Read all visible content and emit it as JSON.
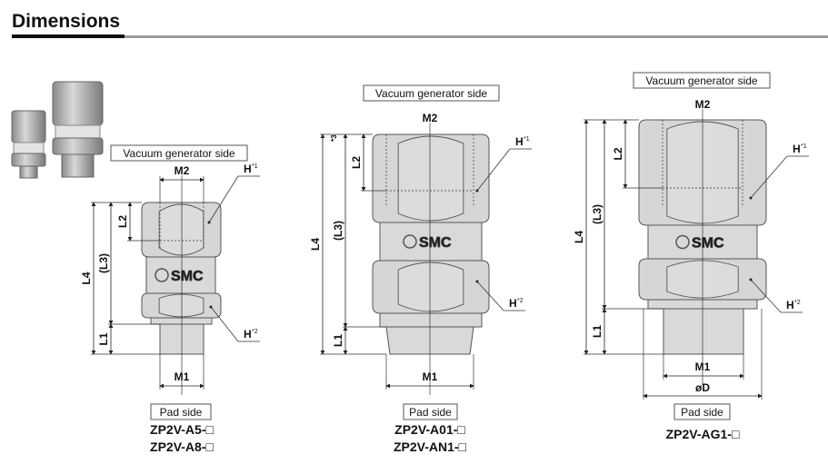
{
  "header": {
    "title": "Dimensions"
  },
  "logo": "SMC",
  "fittings": [
    {
      "top_label": "Vacuum generator side",
      "bottom_label": "Pad side",
      "models": [
        "ZP2V-A5-□",
        "ZP2V-A8-□"
      ],
      "dims": {
        "m2": "M2",
        "m1": "M1",
        "l1": "L1",
        "l2": "L2",
        "l3": "(L3)",
        "l3_sup": "",
        "l4": "L4",
        "h1": "H",
        "h1_sup": "*1",
        "h2": "H",
        "h2_sup": "*2"
      }
    },
    {
      "top_label": "Vacuum generator side",
      "bottom_label": "Pad side",
      "models": [
        "ZP2V-A01-□",
        "ZP2V-AN1-□"
      ],
      "dims": {
        "m2": "M2",
        "m1": "M1",
        "l1": "L1",
        "l2": "L2",
        "l3": "(L3)",
        "l3_sup": "*3",
        "l4": "L4",
        "h1": "H",
        "h1_sup": "*1",
        "h2": "H",
        "h2_sup": "*2"
      }
    },
    {
      "top_label": "Vacuum generator side",
      "bottom_label": "Pad side",
      "models": [
        "ZP2V-AG1-□"
      ],
      "dims": {
        "m2": "M2",
        "m1": "M1",
        "od": "øD",
        "l1": "L1",
        "l2": "L2",
        "l3": "(L3)",
        "l3_sup": "",
        "l4": "L4",
        "h1": "H",
        "h1_sup": "*1",
        "h2": "H",
        "h2_sup": "*2"
      }
    }
  ]
}
